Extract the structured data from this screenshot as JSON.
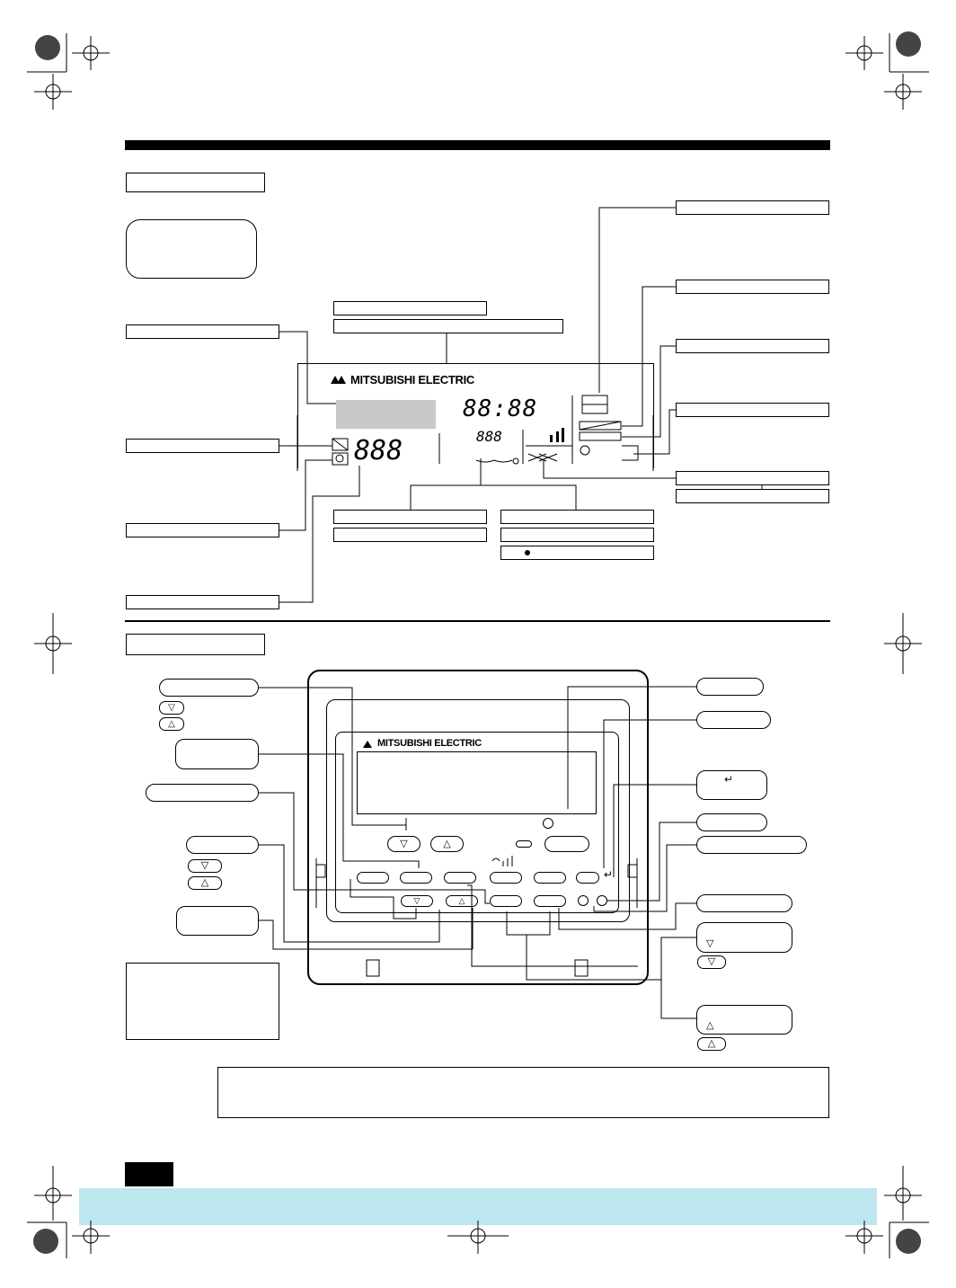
{
  "brand": {
    "name": "MITSUBISHI ELECTRIC"
  },
  "lcd": {
    "clock": "88:88",
    "temp": "888",
    "vane_digits": "888"
  },
  "colors": {
    "band": "#bde6ef",
    "lcd_gray": "#c8c8c8",
    "rule": "#000000"
  },
  "icons": {
    "return_key": "↵",
    "down_arrow": "▽",
    "up_arrow": "△",
    "power_symbol": "⏻",
    "timer_symbol": "◴"
  }
}
